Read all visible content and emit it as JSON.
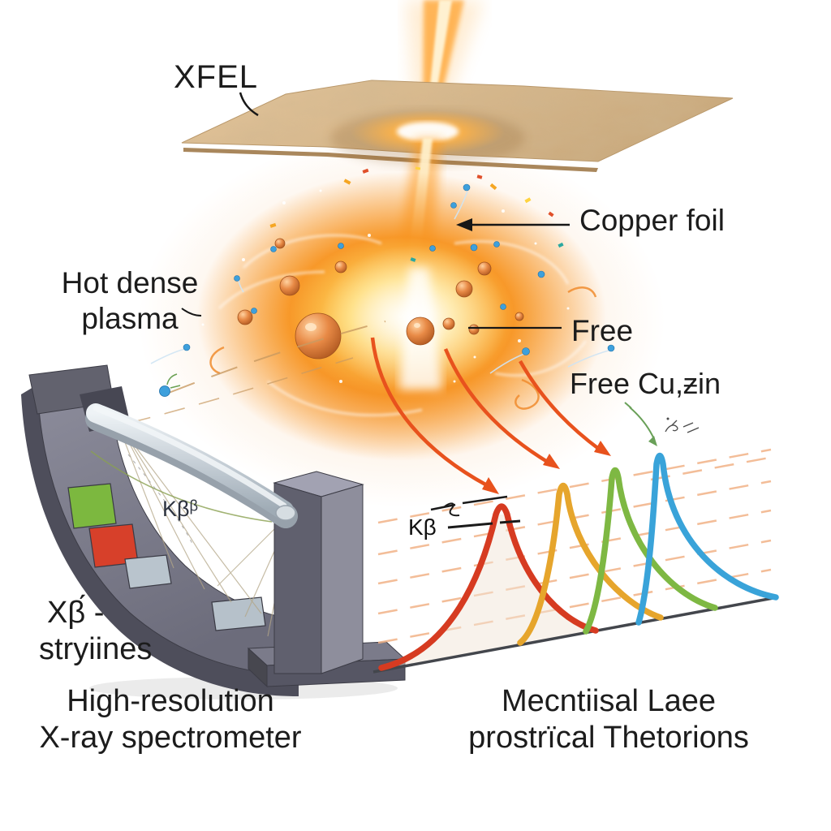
{
  "labels": {
    "xfel": "XFEL",
    "copper_foil": "Copper foil",
    "hot_dense_plasma": [
      "Hot dense",
      "plasma"
    ],
    "free": "Free",
    "free_cu_ions": "Free Cu,ƶin",
    "kbeta_spectrometer": "Kβᵝ",
    "kbeta_peaks": "Kβ",
    "xray_lines": [
      "Xβ́ -",
      "stryiines"
    ],
    "caption_spectrometer": [
      "High-resolution",
      "X-ray spectrometer"
    ],
    "caption_spectra": [
      "Mecntiisal Laee",
      "prostrïcal Thetorions"
    ]
  },
  "colors": {
    "plasma_core": "#fff3cf",
    "plasma_glow": "#f79420",
    "foil_tan": "#d8b88c",
    "foil_edge": "#b08a58",
    "peak_red": "#d63b21",
    "peak_orange": "#e6a52c",
    "peak_green": "#7eb843",
    "peak_blue": "#39a3d9",
    "arrow_orange": "#e8521d",
    "dashed_guide": "#f1b287",
    "baseline_gray": "#43464c",
    "spectrometer_body": "#6f6f7e",
    "spectrometer_side": "#4e4e5b",
    "crystal_silver": "#c3ccd4",
    "tile_green": "#7cb83f",
    "tile_red": "#d7402a",
    "tile_gray": "#b9c4cd",
    "electron_blue": "#3ea0dc",
    "ion_copper": "#e88a46",
    "annotation_black": "#1a1a1a"
  },
  "spectral_peaks": [
    {
      "order": 1,
      "color_name": "red",
      "hex": "#d63b21"
    },
    {
      "order": 2,
      "color_name": "orange",
      "hex": "#e6a52c"
    },
    {
      "order": 3,
      "color_name": "green",
      "hex": "#7eb843"
    },
    {
      "order": 4,
      "color_name": "blue",
      "hex": "#39a3d9"
    }
  ]
}
